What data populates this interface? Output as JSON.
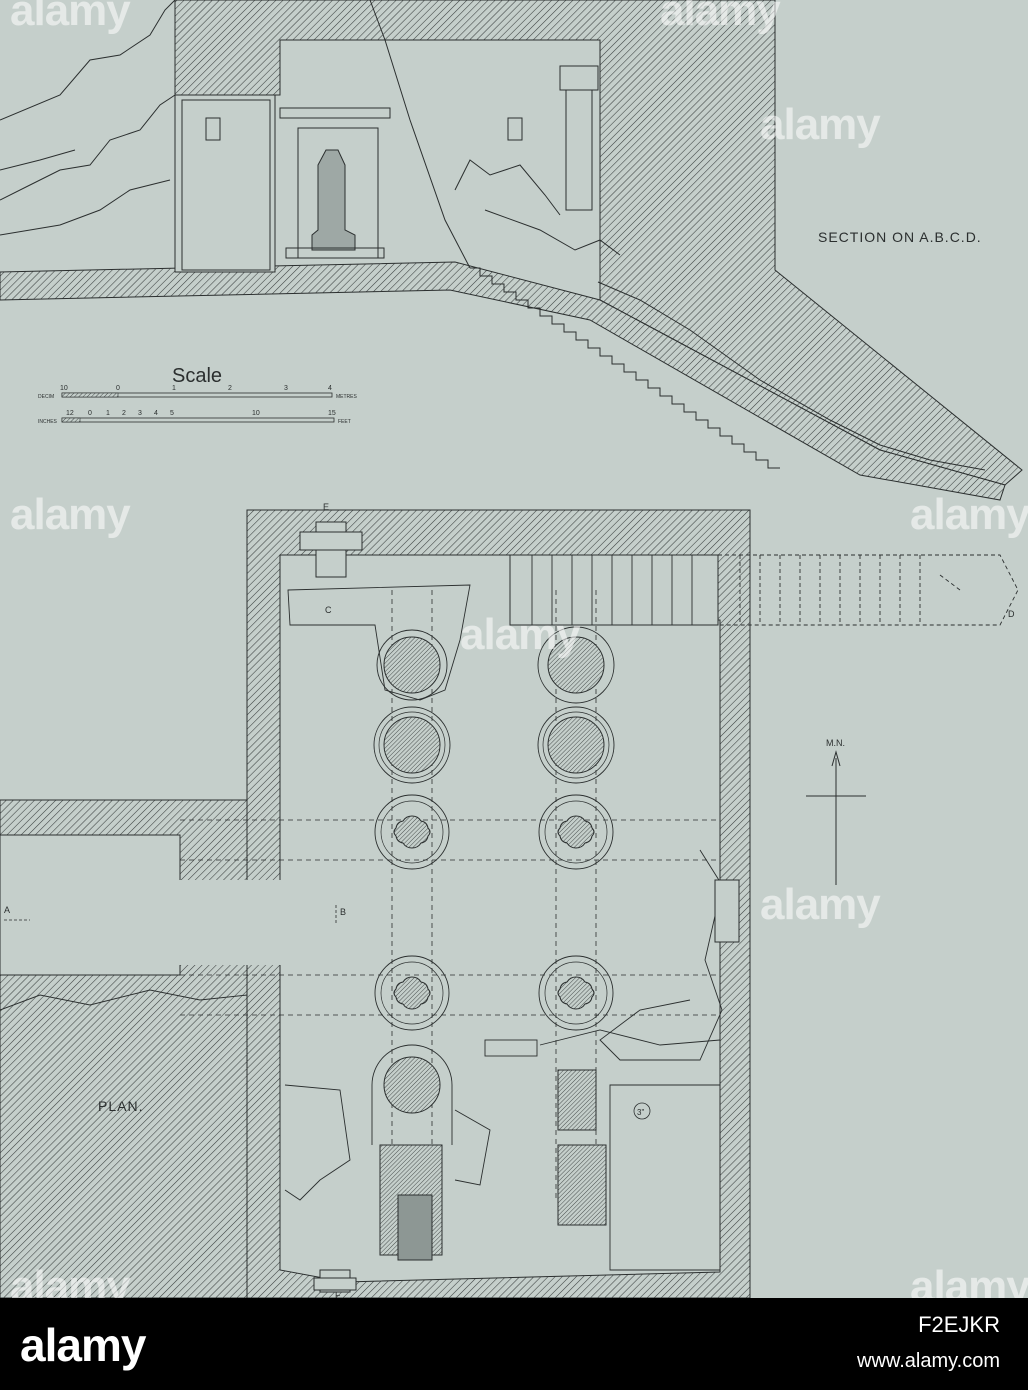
{
  "labels": {
    "section_title": "SECTION ON A.B.C.D.",
    "plan_title": "PLAN.",
    "scale_title": "Scale",
    "north": "M.N.",
    "metres_left": "DECIM",
    "metres_unit": "METRES",
    "inches_left": "INCHES",
    "feet_unit": "FEET",
    "metres_ticks": [
      "10",
      "0",
      "1",
      "2",
      "3",
      "4"
    ],
    "feet_ticks": [
      "12",
      "0",
      "1",
      "2",
      "3",
      "4",
      "5",
      "10",
      "15"
    ],
    "point_a": "A",
    "point_b": "B",
    "point_c": "C",
    "point_d": "D",
    "point_e": "E",
    "point_f": "F",
    "pillar_mark": "3\""
  },
  "watermark": {
    "text": "alamy",
    "color": "#ffffff"
  },
  "footer": {
    "logo": "alamy",
    "image_id": "F2EJKR",
    "url": "www.alamy.com"
  },
  "colors": {
    "paper": "#c5cfcb",
    "ink": "#2b2f2f",
    "footer_bg": "#000000"
  }
}
